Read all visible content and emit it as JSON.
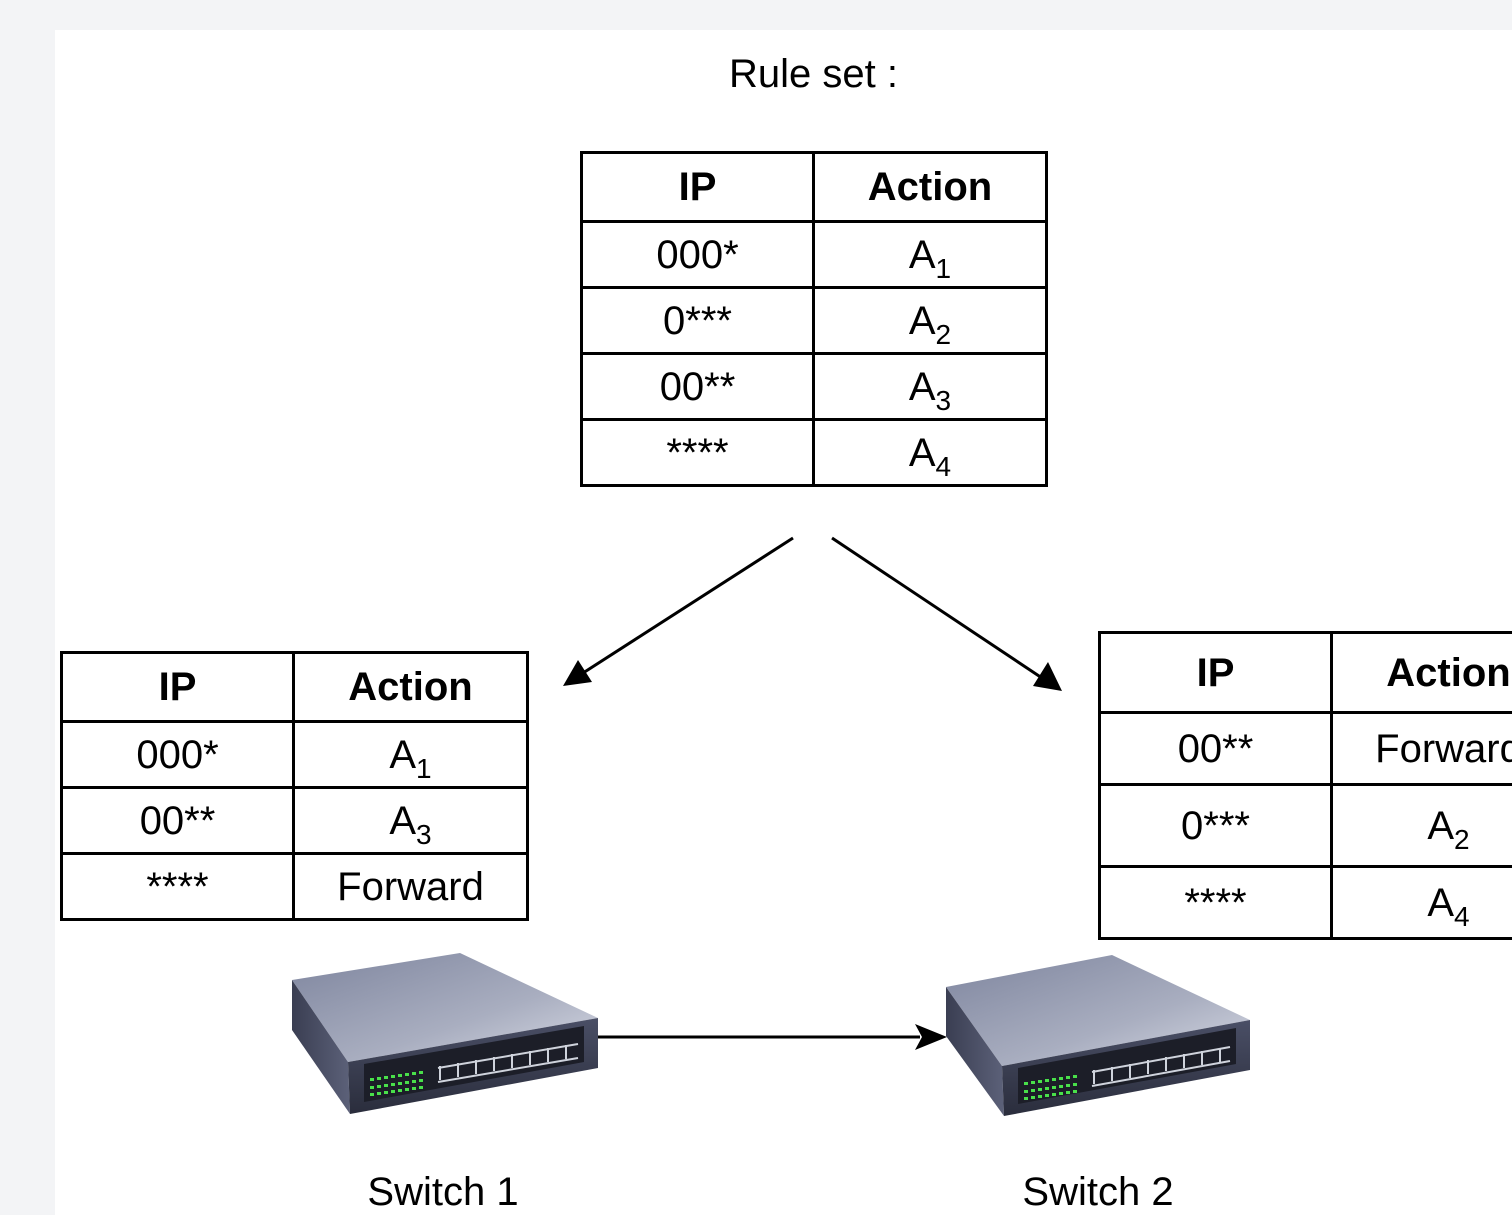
{
  "rule_set": {
    "title": "Rule set :",
    "headers": [
      "IP",
      "Action"
    ],
    "rows": [
      {
        "ip": "000*",
        "action": "A",
        "sub": "1"
      },
      {
        "ip": "0***",
        "action": "A",
        "sub": "2"
      },
      {
        "ip": "00**",
        "action": "A",
        "sub": "3"
      },
      {
        "ip": "****",
        "action": "A",
        "sub": "4"
      }
    ]
  },
  "switch1_table": {
    "headers": [
      "IP",
      "Action"
    ],
    "rows": [
      {
        "ip": "000*",
        "action": "A",
        "sub": "1"
      },
      {
        "ip": "00**",
        "action": "A",
        "sub": "3"
      },
      {
        "ip": "****",
        "action": "Forward",
        "sub": ""
      }
    ]
  },
  "switch2_table": {
    "headers": [
      "IP",
      "Action"
    ],
    "rows": [
      {
        "ip": "00**",
        "action": "Forward",
        "sub": ""
      },
      {
        "ip": "0***",
        "action": "A",
        "sub": "2"
      },
      {
        "ip": "****",
        "action": "A",
        "sub": "4"
      }
    ]
  },
  "switches": {
    "switch1_label": "Switch 1",
    "switch2_label": "Switch 2"
  }
}
